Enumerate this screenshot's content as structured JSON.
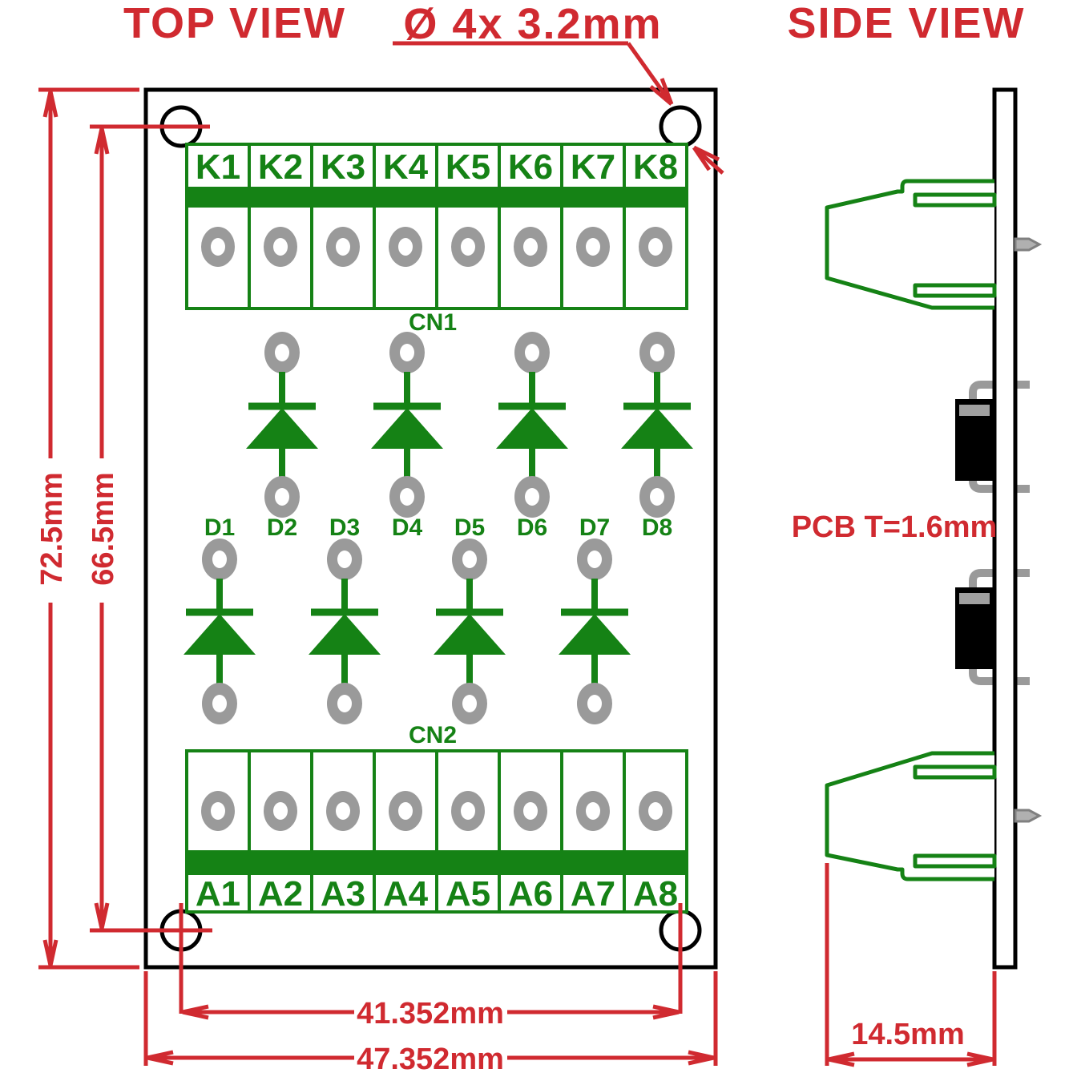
{
  "titles": {
    "top_view": "TOP VIEW",
    "side_view": "SIDE VIEW"
  },
  "hole_callout": "Ø 4x 3.2mm",
  "dimensions": {
    "board_height": "72.5mm",
    "hole_pitch_height": "66.5mm",
    "hole_pitch_width": "41.352mm",
    "board_width": "47.352mm",
    "side_depth": "14.5mm",
    "pcb_thickness": "PCB T=1.6mm"
  },
  "terminal_blocks": {
    "cn1": {
      "name": "CN1",
      "labels": [
        "K1",
        "K2",
        "K3",
        "K4",
        "K5",
        "K6",
        "K7",
        "K8"
      ]
    },
    "cn2": {
      "name": "CN2",
      "labels": [
        "A1",
        "A2",
        "A3",
        "A4",
        "A5",
        "A6",
        "A7",
        "A8"
      ]
    }
  },
  "diodes": {
    "labels": [
      "D1",
      "D2",
      "D3",
      "D4",
      "D5",
      "D6",
      "D7",
      "D8"
    ]
  },
  "colors": {
    "dimension_red": "#d02a30",
    "silkscreen_green": "#158215",
    "pad_gray": "#9a9a9a",
    "outline_black": "#000000"
  }
}
